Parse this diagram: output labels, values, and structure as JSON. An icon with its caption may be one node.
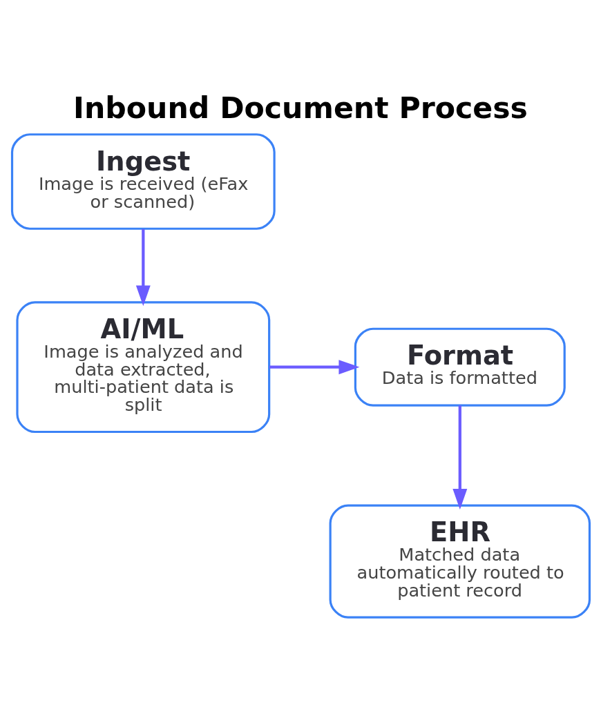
{
  "diagram": {
    "title": "Inbound Document Process",
    "nodes": [
      {
        "text": [
          "Ingest",
          "Image is received (eFax or scanned)"
        ]
      },
      {
        "text": [
          "AI/ML",
          "Image is analyzed and data extracted, multi-patient data is split"
        ]
      },
      {
        "text": [
          "Format",
          "Data is formatted"
        ]
      },
      {
        "text": [
          "EHR",
          "Matched data automatically routed to patient record"
        ]
      }
    ],
    "edges": [
      {
        "from": 0,
        "to": 1,
        "arrow": "to"
      },
      {
        "from": 1,
        "to": 2,
        "arrow": "to"
      },
      {
        "from": 2,
        "to": 3,
        "arrow": "to"
      }
    ]
  }
}
